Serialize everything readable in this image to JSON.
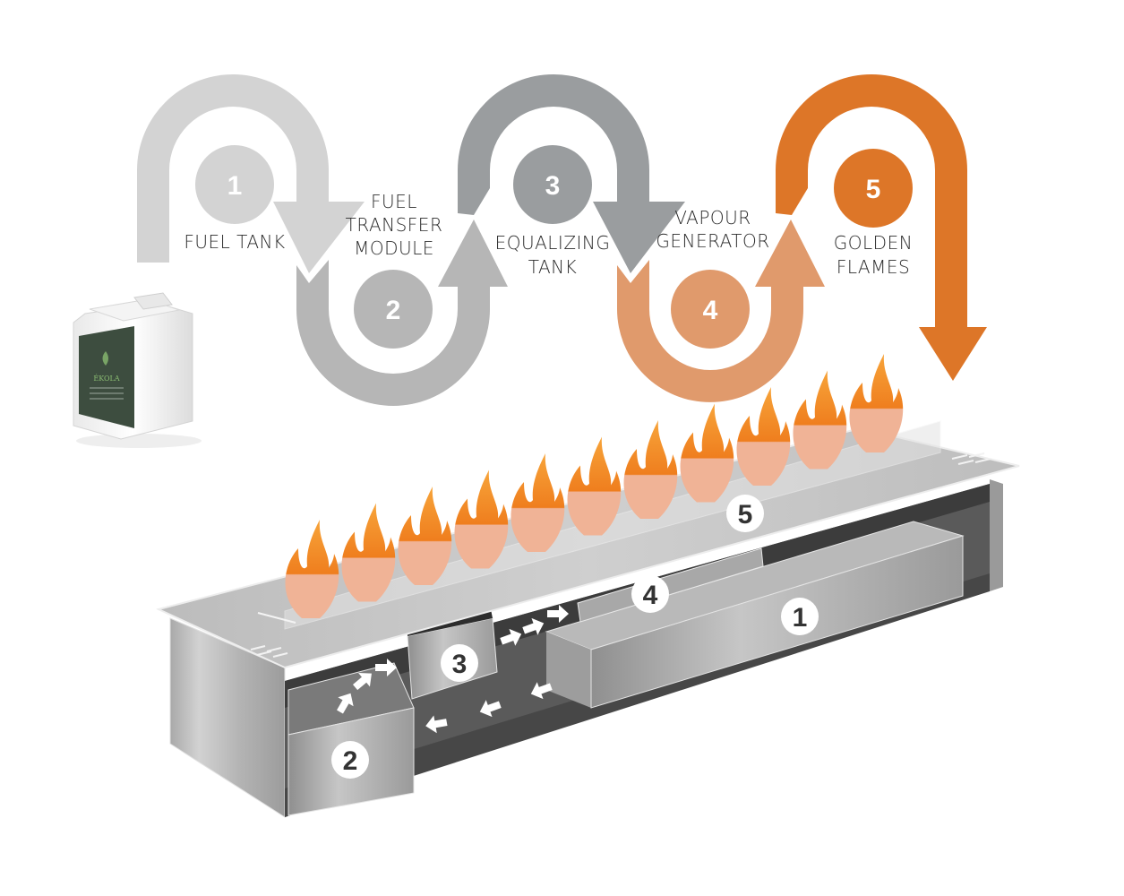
{
  "title": "Bio-ethanol burner fuel flow",
  "colors": {
    "step1": "#d3d3d3",
    "step2": "#b6b6b6",
    "step3": "#9a9d9f",
    "step4": "#e09a6c",
    "step5": "#dd7628",
    "flame_top": "#f7a43a",
    "flame_mid": "#ef7e1e",
    "flame_bottom": "#f0b396",
    "steel_light": "#c4c4c4",
    "steel_dark": "#4a4a4a",
    "label_green": "#3d4d3f"
  },
  "steps": [
    {
      "number": "1",
      "label_lines": [
        "FUEL TANK"
      ]
    },
    {
      "number": "2",
      "label_lines": [
        "FUEL",
        "TRANSFER",
        "MODULE"
      ]
    },
    {
      "number": "3",
      "label_lines": [
        "EQUALIZING",
        "TANK"
      ]
    },
    {
      "number": "4",
      "label_lines": [
        "VAPOUR",
        "GENERATOR"
      ]
    },
    {
      "number": "5",
      "label_lines": [
        "GOLDEN",
        "FLAMES"
      ]
    }
  ],
  "canister": {
    "brand": "ÉKOLA",
    "icon": "fuel-canister-icon"
  },
  "burner": {
    "badges": [
      "1",
      "2",
      "3",
      "4",
      "5"
    ],
    "flame_count": 11,
    "flow_arrow_icon": "flow-arrow-icon"
  }
}
